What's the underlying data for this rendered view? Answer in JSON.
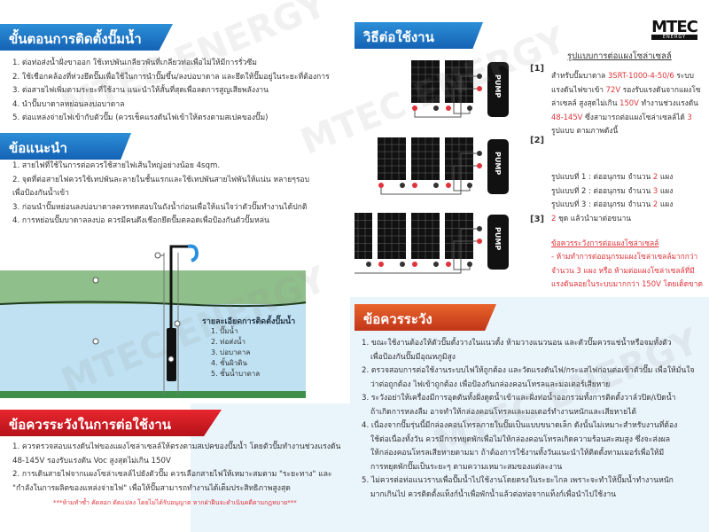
{
  "install": {
    "title": "ขั้นตอนการติดตั้งปั๊มน้ำ",
    "items": [
      "1. ต่อท่อส่งน้ำฝั่งขาออก ใช้เทปพันเกลียวพันที่เกลียวท่อเพื่อไม่ให้มีการรั่วซึม",
      "2. ใช้เชือกคล้องที่ห่วงยึดปั๊มเพื่อใช้ในการนำปั๊มขึ้น/ลงบ่อบาดาล และยึดให้ปั๊มอยู่ในระยะที่ต้องการ",
      "3. ต่อสายไฟเพิ่มตามระยะที่ใช้งาน แนะนำให้สั้นที่สุดเพื่อลดการสูญเสียพลังงาน",
      "4. นำปั๊มบาดาลหย่อนลงบ่อบาดาล",
      "5. ต่อแหล่งจ่ายไฟเข้ากับตัวปั๊ม (ควรเช็คแรงดันไฟเข้าให้ตรงตามสเปคของปั๊ม)"
    ]
  },
  "advice": {
    "title": "ข้อแนะนำ",
    "items": [
      "1. สายไฟที่ใช้ในการต่อควรใช้สายไฟเส้นใหญ่อย่างน้อย 4sqm.",
      "2. จุดที่ต่อสายไฟควรใช้เทปพันละลายในชั้นแรกและใช้เทปพันสายไฟพันให้แน่น หลายๆรอบ",
      "เพื่อป้องกันน้ำเข้า",
      "3. ก่อนนำปั๊มหย่อนลงบ่อบาดาลควรทดสอบในถังน้ำก่อนเพื่อให้แน่ใจว่าตัวปั๊มทำงานได้ปกติ",
      "4. การหย่อนปั๊มบาดาลลงบ่อ ควรมีคนดึงเชือกยึดปั๊มตลอดเพื่อป้องกันตัวปั๊มหล่น"
    ]
  },
  "diagram": {
    "title": "รายละเอียดการติดตั้งปั๊มน้ำ",
    "items": [
      "1. ปั๊มน้ำ",
      "2. ท่อส่งน้ำ",
      "3. บ่อบาดาล",
      "4. ชั้นผิวดิน",
      "5. ชั้นน้ำบาดาล"
    ],
    "markers": [
      "1",
      "2",
      "3",
      "4",
      "5"
    ]
  },
  "connection": {
    "title": "ข้อควรระวังในการต่อใช้งาน",
    "items": [
      "1. ควรตรวจสอบแรงดันไฟของแผงโซล่าเซลล์ให้ตรงตามสเปคของปั๊มน้ำ โดยตัวปั๊มทำงานช่วงแรงดัน",
      "48-145V รองรับแรงดัน Voc สูงสุดไม่เกิน 150V",
      "2. การเดินสายไฟจากแผงโซล่าเซลล์ไปยังตัวปั๊ม ควรเลือกสายไฟให้เหมาะสมตาม \"ระยะทาง\" และ",
      "\"กำลังในการผลิตของแหล่งจ่ายไฟ\" เพื่อให้ปั๊มสามารถทำงานได้เต็มประสิทธิภาพสูงสุด"
    ],
    "copyright": "***ห้ามทำซ้ำ คัดลอก ดัดแปลง โดยไม่ได้รับอนุญาต หากฝ่าฝืนจะดำเนินคดีตามกฎหมาย***"
  },
  "usage": {
    "title": "วิธีต่อใช้งาน",
    "labels": [
      "[1]",
      "[2]",
      "[3]"
    ],
    "pump_label": "PUMP",
    "panel_counts": [
      2,
      3,
      4
    ]
  },
  "logo": {
    "main": "MTEC",
    "sub": "ENERGY"
  },
  "solar": {
    "title": "รูปแบบการต่อแผงโซล่าเซลล์",
    "spec": [
      {
        "t": "สำหรับปั๊มบาดาล "
      },
      {
        "t": "3SRT-1000-4-50/6",
        "red": true
      },
      {
        "t": " ระบบแรงดันไฟขาเข้า "
      },
      {
        "t": "72V",
        "red": true
      },
      {
        "t": " รองรับแรงดันจากแผงโซล่าเซลล์ สูงสุดไม่เกิน "
      },
      {
        "t": "150V",
        "red": true
      },
      {
        "t": " ทำงานช่วงแรงดัน "
      },
      {
        "t": "48-145V",
        "red": true
      },
      {
        "t": " ซึ่งสามารถต่อแผงโซล่าเซลล์ได้ "
      },
      {
        "t": "3",
        "red": true
      },
      {
        "t": " รูปแบบ ตามภาพดังนี้"
      }
    ],
    "modes": [
      [
        {
          "t": "รูปแบบที่ 1 : ต่ออนุกรม จำนวน "
        },
        {
          "t": "2",
          "red": true
        },
        {
          "t": " แผง"
        }
      ],
      [
        {
          "t": "รูปแบบที่ 2 : ต่ออนุกรม จำนวน "
        },
        {
          "t": "3",
          "red": true
        },
        {
          "t": " แผง"
        }
      ],
      [
        {
          "t": "รูปแบบที่ 3 : ต่ออนุกรม จำนวน "
        },
        {
          "t": "2",
          "red": true
        },
        {
          "t": " แผง"
        }
      ],
      [
        {
          "t": "2",
          "red": true
        },
        {
          "t": " ชุด แล้วนำมาต่อขนาน"
        }
      ]
    ],
    "warn_title": "ข้อควรระวังการต่อแผงโซล่าเซลล์",
    "warn_text": "- ห้ามทำการต่ออนุกรมแผงโซล่าเซลล์มากกว่าจำนวน 3 แผง หรือ ห้ามต่อแผงโซล่าเซลล์ที่มีแรงดันลอยในระบบมากกว่า 150V โดยเด็ดขาด"
  },
  "caution": {
    "title": "ข้อควรระวัง",
    "items": [
      "1. ขณะใช้งานต้องให้ตัวปั๊มตั้งวางในแนวตั้ง ห้ามวางแนวนอน และตัวปั๊มควรแช่น้ำหรือจมทั้งตัว",
      "เพื่อป้องกันปั๊มมีอุณหภูมิสูง",
      "2. ตรวจสอบการต่อใช้งานระบบไฟให้ถูกต้อง และวัดแรงดันไฟ/กระแสไฟก่อนต่อเข้าตัวปั๊ม เพื่อให้มั่นใจ",
      "ว่าต่อถูกต้อง ไฟเข้าถูกต้อง เพื่อป้องกันกล่องคอนโทรลและมอเตอร์เสียหาย",
      "3. ระวังอย่าให้เครื่องมีการอุดตันทั้งฝั่งดูดน้ำเข้าและฝั่งท่อน้ำออกรวมทั้งการติดตั้งวาล์วปิด/เปิดน้ำ",
      "ถ้าเกิดการหลงลืม อาจทำให้กล่องคอนโทรลและมอเตอร์ทำงานหนักและเสียหายได้",
      "4. เนื่องจากปั๊มรุ่นนี้มีกล่องคอนโทรลภายในปั๊มเป็นแบบขนาดเล็ก ดังนั้นไม่เหมาะสำหรับงานที่ต้อง",
      "ใช้ต่อเนื่องทั้งวัน ควรมีการหยุดพักเพื่อไม่ให้กล่องคอนโทรลเกิดความร้อนสะสมสูง ซึ่งจะส่งผล",
      "ให้กล่องคอนโทรลเสียหายตามมา ถ้าต้องการใช้งานทั้งวันแนะนำให้ติดตั้งทามเมอร์เพื่อให้มี",
      "การหยุดพักปั๊มเป็นระยะๆ ตามความเหมาะสมของแต่ละงาน",
      "5. ไม่ควรต่อท่อแนวราบเพื่อปั๊มน้ำไปใช้งานโดยตรงในระยะไกล เพราะจะทำให้ปั๊มน้ำทำงานหนัก",
      "มากเกินไป ควรติดตั้งแท็งก์น้ำเพื่อพักน้ำแล้วต่อท่อจากแท็งก์เพื่อนำไปใช้งาน"
    ]
  },
  "watermark": "MTEC ENERGY"
}
